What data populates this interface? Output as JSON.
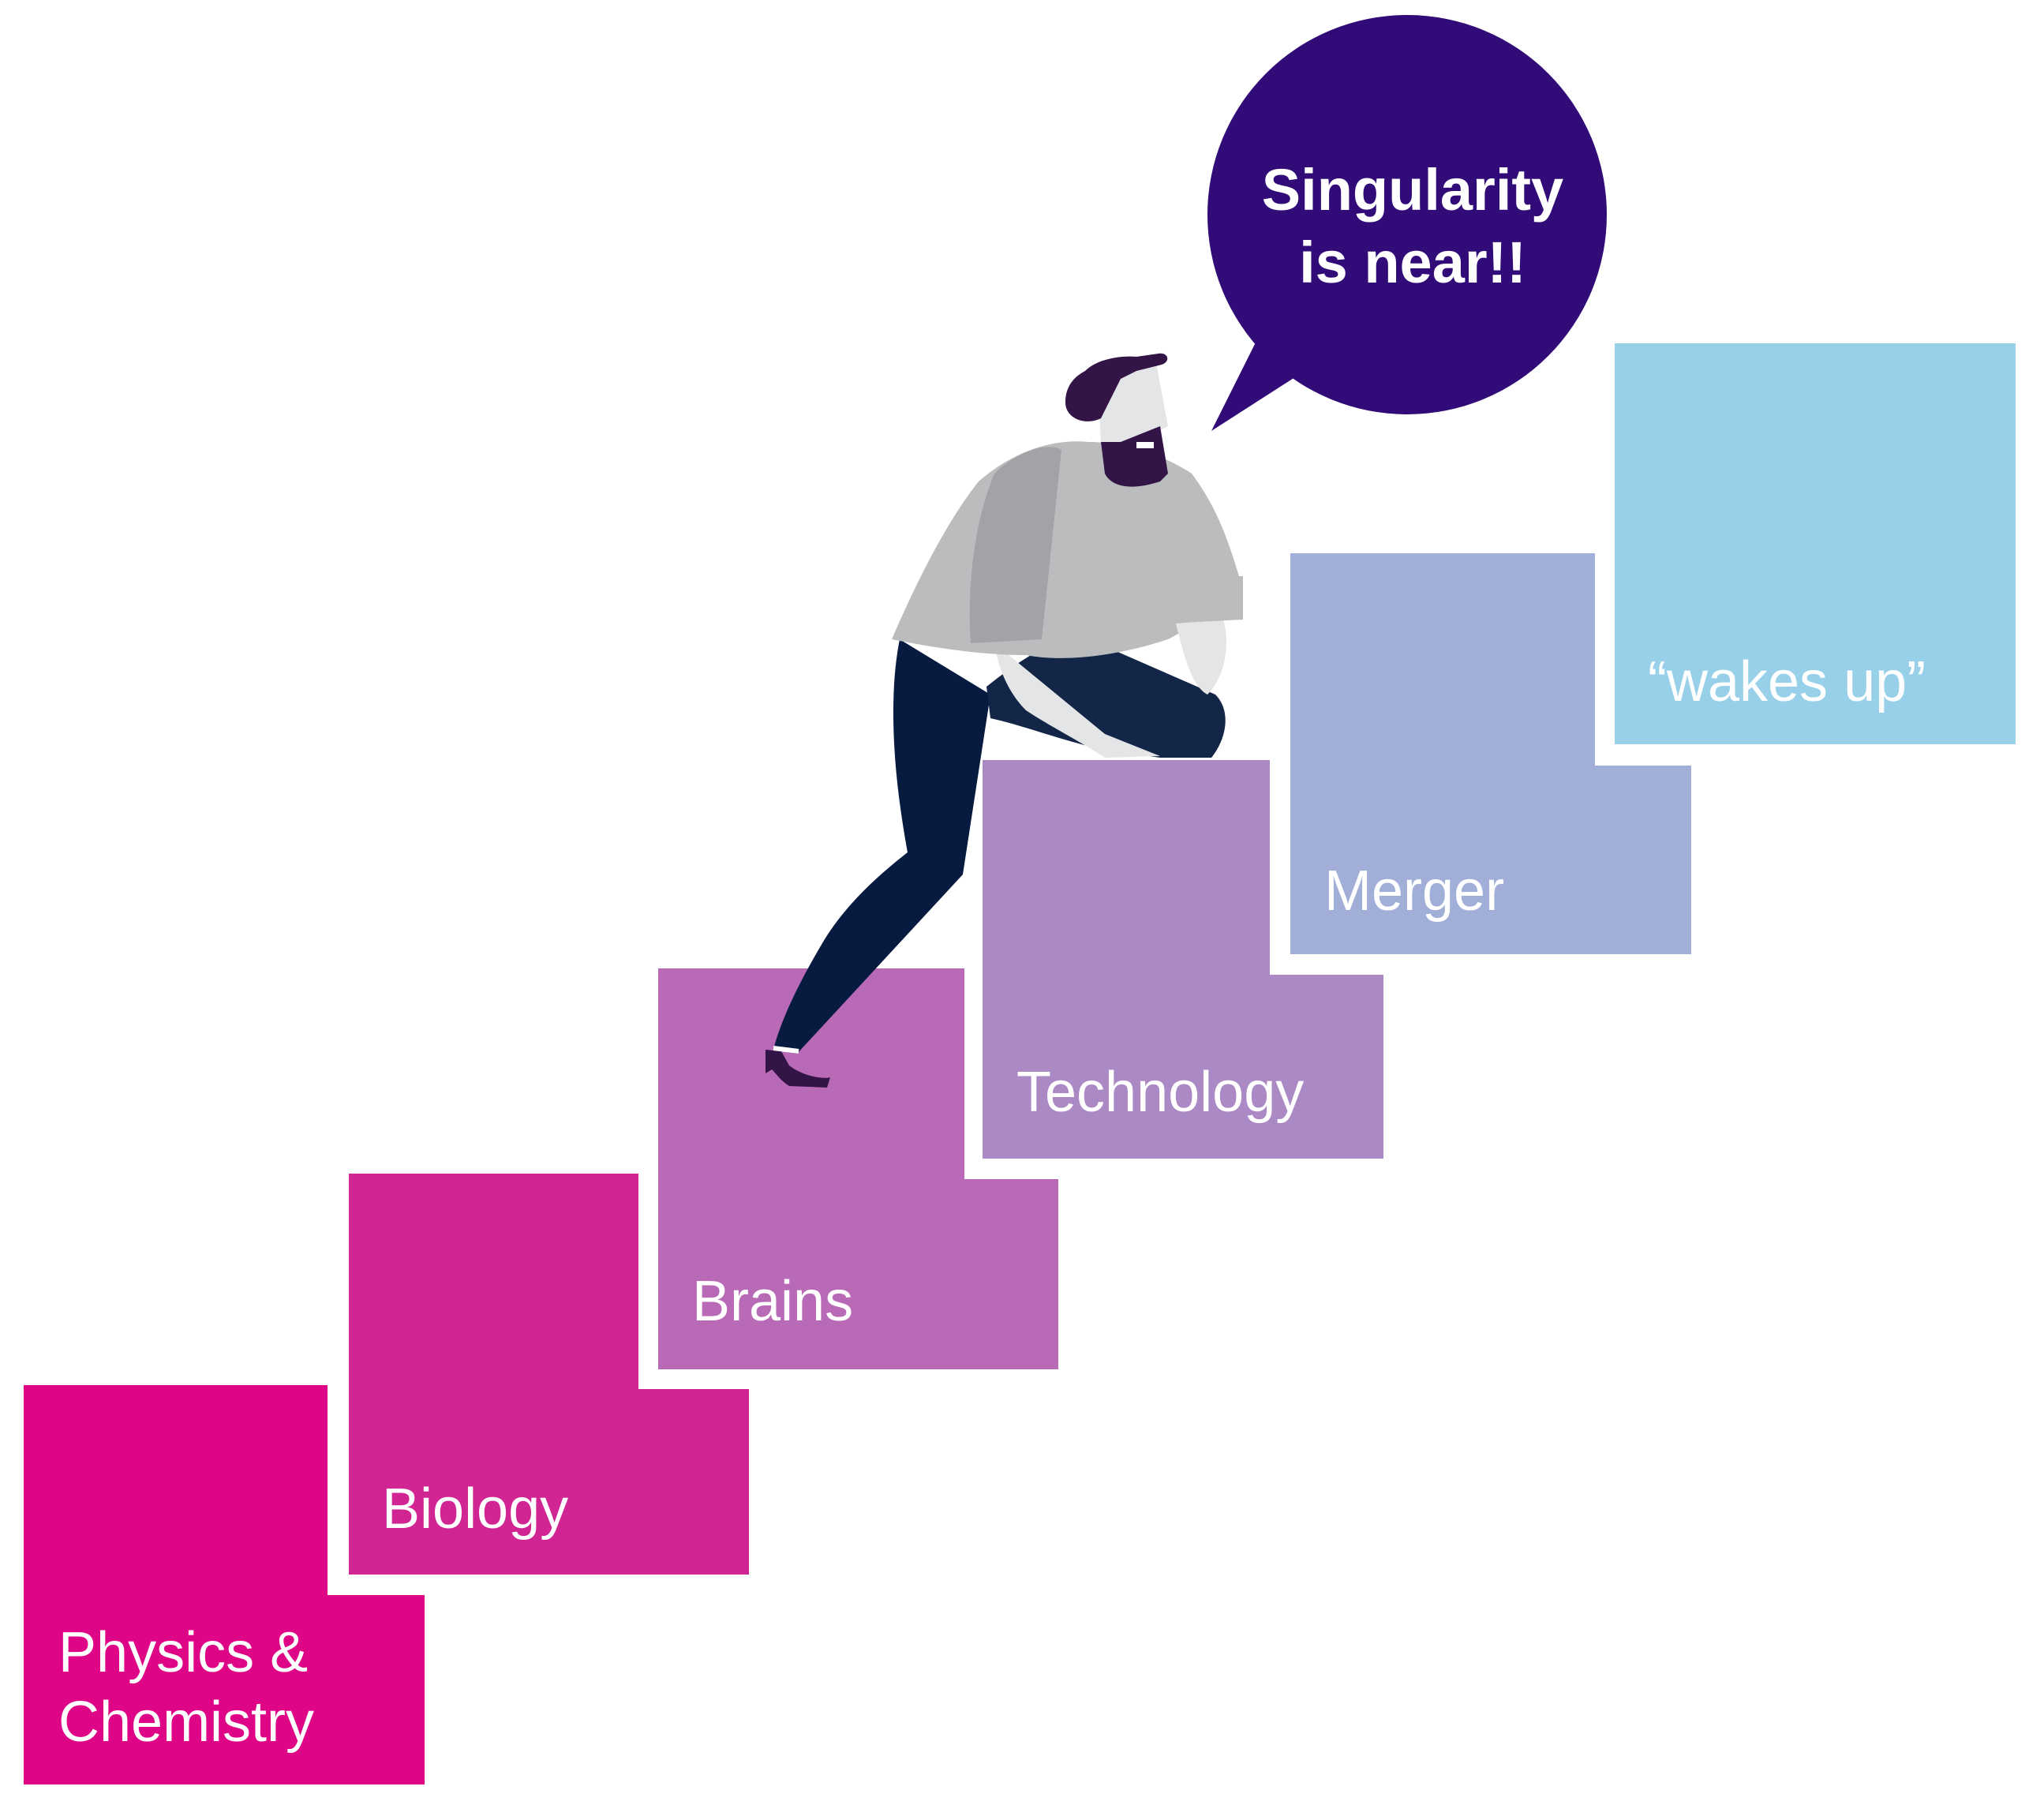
{
  "speech_bubble": {
    "text": "Singularity\nis near!!",
    "color": "#310b77"
  },
  "steps": [
    {
      "label": "Physics &\nChemistry",
      "color": "#de0686"
    },
    {
      "label": "Biology",
      "color": "#d12593"
    },
    {
      "label": "Brains",
      "color": "#b86ab6"
    },
    {
      "label": "Technology",
      "color": "#ab89c4"
    },
    {
      "label": "Merger",
      "color": "#a1afd8"
    },
    {
      "label": "“wakes up”",
      "color": "#98d0e9"
    }
  ],
  "figure": {
    "shirt_color": "#bbbcbe",
    "pants_color": "#071a40",
    "hair_color": "#321447",
    "skin_color": "#e4e5e6"
  }
}
